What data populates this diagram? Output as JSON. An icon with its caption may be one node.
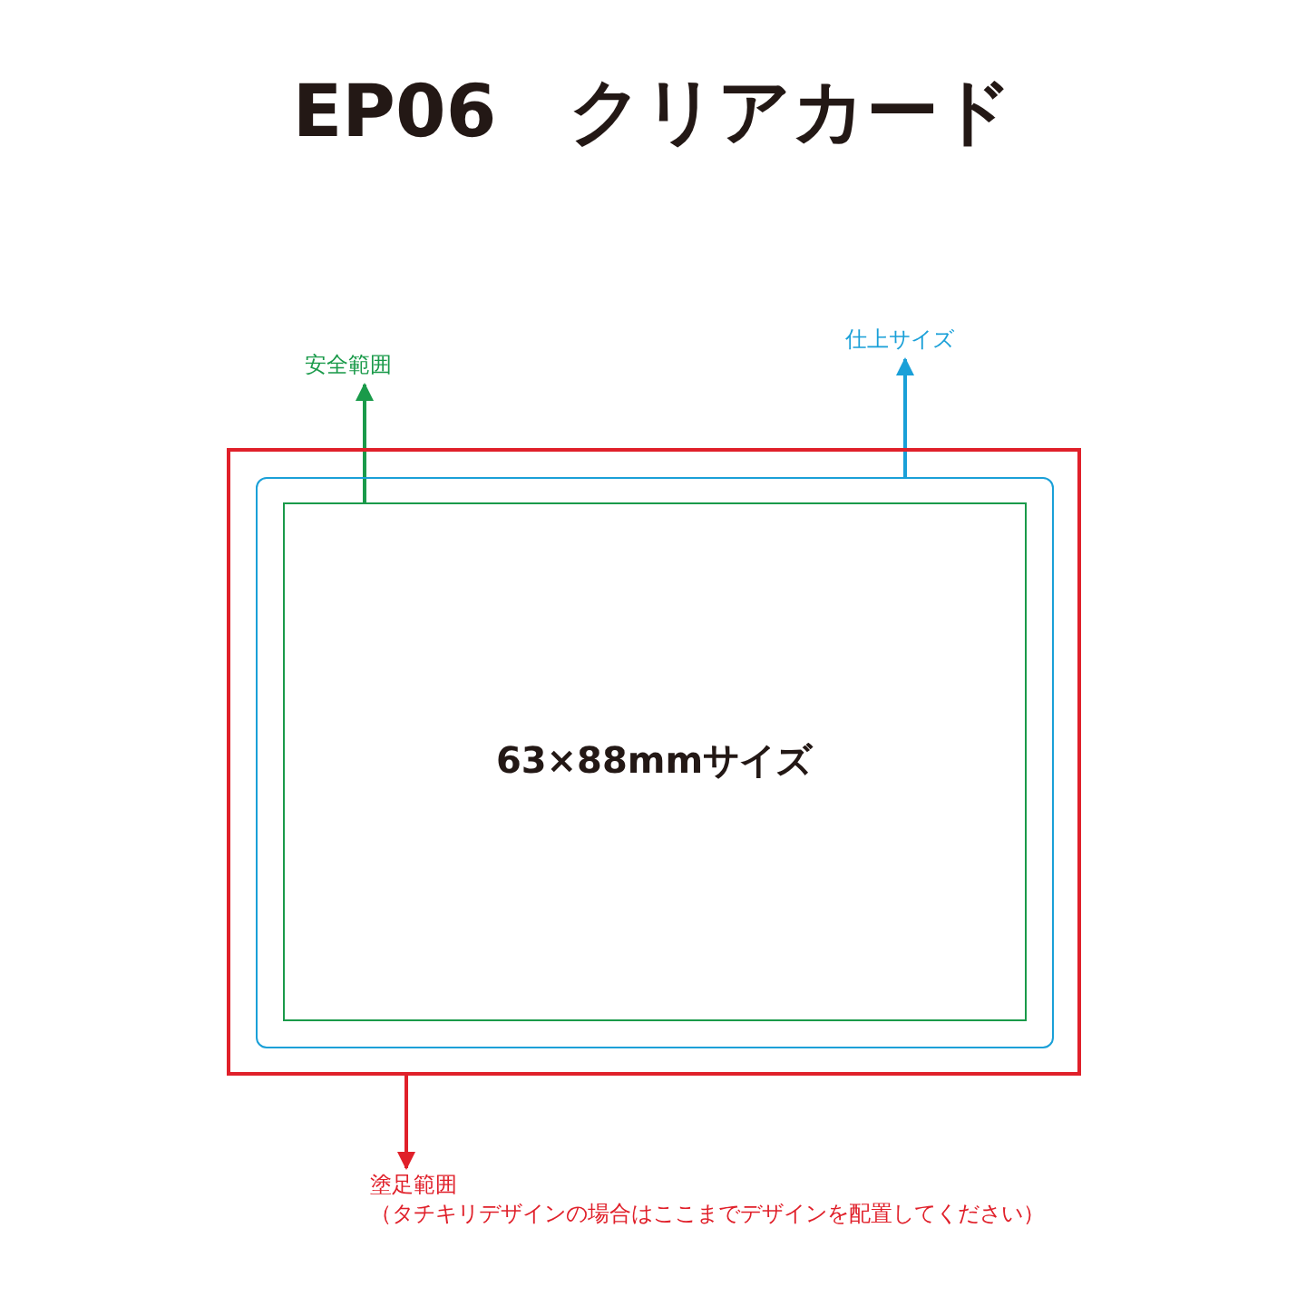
{
  "diagram": {
    "title": "EP06　クリアカード",
    "nodes": [
      {
        "text": [],
        "shape": "box"
      },
      {
        "text": [],
        "shape": "box",
        "in": 0
      },
      {
        "text": [
          "63×88mmサイズ"
        ],
        "in": 1
      },
      {
        "text": [
          "安全範囲"
        ]
      },
      {
        "text": [
          "仕上サイズ"
        ]
      },
      {
        "text": [
          "塗足範囲",
          "（タチキリデザインの場合はここまでデザインを配置してください）"
        ]
      }
    ],
    "edges": [
      {
        "from": 2,
        "to": 3,
        "arrow": "to",
        "color": "#1a9a4a"
      },
      {
        "from": 1,
        "to": 4,
        "arrow": "to",
        "color": "#1aa0d8"
      },
      {
        "from": 0,
        "to": 5,
        "arrow": "to",
        "color": "#e0202a"
      }
    ]
  }
}
